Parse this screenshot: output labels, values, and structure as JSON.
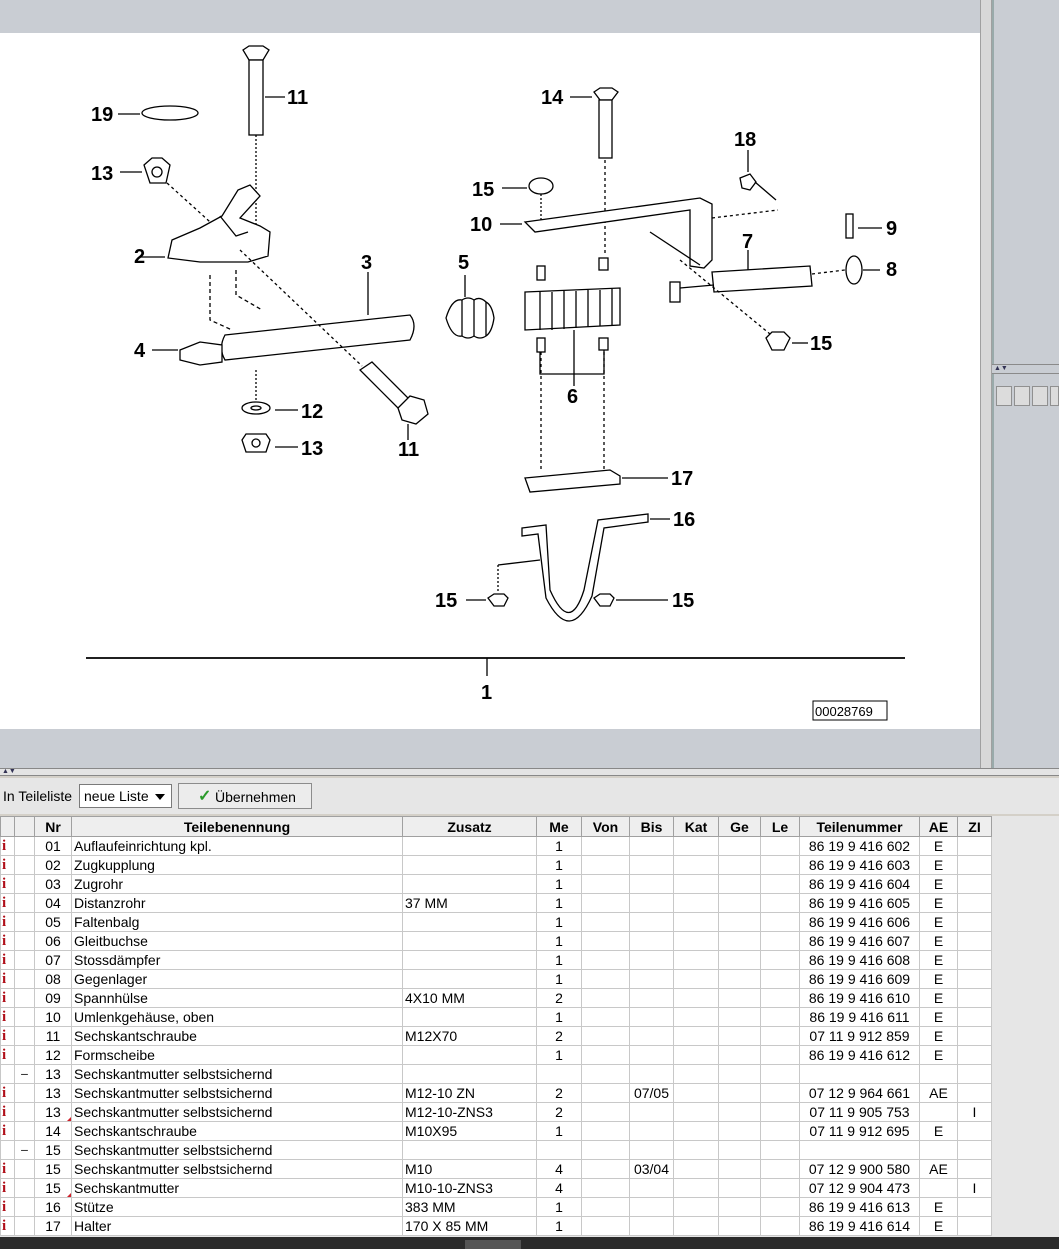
{
  "diagram": {
    "labels": {
      "l19": "19",
      "l11a": "11",
      "l13a": "13",
      "l2": "2",
      "l3": "3",
      "l4": "4",
      "l12": "12",
      "l13b": "13",
      "l11b": "11",
      "l5": "5",
      "l14": "14",
      "l15a": "15",
      "l10": "10",
      "l18": "18",
      "l9": "9",
      "l7": "7",
      "l8": "8",
      "l15b": "15",
      "l6": "6",
      "l17": "17",
      "l16": "16",
      "l15c": "15",
      "l15d": "15",
      "l1": "1"
    },
    "drawing_number": "00028769"
  },
  "toolbar": {
    "label": "In Teileliste",
    "list_select_value": "neue Liste",
    "apply_label": "Übernehmen"
  },
  "table": {
    "headers": [
      "",
      "",
      "Nr",
      "Teilebenennung",
      "Zusatz",
      "Me",
      "Von",
      "Bis",
      "Kat",
      "Ge",
      "Le",
      "Teilenummer",
      "AE",
      "ZI"
    ],
    "rows": [
      {
        "icon": "i",
        "tree": "",
        "nr": "01",
        "name": "Auflaufeinrichtung kpl.",
        "zusatz": "",
        "me": "1",
        "von": "",
        "bis": "",
        "kat": "",
        "ge": "",
        "le": "",
        "teilenummer": "86 19 9 416 602",
        "ae": "E",
        "zi": ""
      },
      {
        "icon": "i",
        "tree": "",
        "nr": "02",
        "name": "Zugkupplung",
        "zusatz": "",
        "me": "1",
        "von": "",
        "bis": "",
        "kat": "",
        "ge": "",
        "le": "",
        "teilenummer": "86 19 9 416 603",
        "ae": "E",
        "zi": ""
      },
      {
        "icon": "i",
        "tree": "",
        "nr": "03",
        "name": "Zugrohr",
        "zusatz": "",
        "me": "1",
        "von": "",
        "bis": "",
        "kat": "",
        "ge": "",
        "le": "",
        "teilenummer": "86 19 9 416 604",
        "ae": "E",
        "zi": ""
      },
      {
        "icon": "i",
        "tree": "",
        "nr": "04",
        "name": "Distanzrohr",
        "zusatz": "37 MM",
        "me": "1",
        "von": "",
        "bis": "",
        "kat": "",
        "ge": "",
        "le": "",
        "teilenummer": "86 19 9 416 605",
        "ae": "E",
        "zi": ""
      },
      {
        "icon": "i",
        "tree": "",
        "nr": "05",
        "name": "Faltenbalg",
        "zusatz": "",
        "me": "1",
        "von": "",
        "bis": "",
        "kat": "",
        "ge": "",
        "le": "",
        "teilenummer": "86 19 9 416 606",
        "ae": "E",
        "zi": ""
      },
      {
        "icon": "i",
        "tree": "",
        "nr": "06",
        "name": "Gleitbuchse",
        "zusatz": "",
        "me": "1",
        "von": "",
        "bis": "",
        "kat": "",
        "ge": "",
        "le": "",
        "teilenummer": "86 19 9 416 607",
        "ae": "E",
        "zi": ""
      },
      {
        "icon": "i",
        "tree": "",
        "nr": "07",
        "name": "Stossdämpfer",
        "zusatz": "",
        "me": "1",
        "von": "",
        "bis": "",
        "kat": "",
        "ge": "",
        "le": "",
        "teilenummer": "86 19 9 416 608",
        "ae": "E",
        "zi": ""
      },
      {
        "icon": "i",
        "tree": "",
        "nr": "08",
        "name": "Gegenlager",
        "zusatz": "",
        "me": "1",
        "von": "",
        "bis": "",
        "kat": "",
        "ge": "",
        "le": "",
        "teilenummer": "86 19 9 416 609",
        "ae": "E",
        "zi": ""
      },
      {
        "icon": "i",
        "tree": "",
        "nr": "09",
        "name": "Spannhülse",
        "zusatz": "4X10 MM",
        "me": "2",
        "von": "",
        "bis": "",
        "kat": "",
        "ge": "",
        "le": "",
        "teilenummer": "86 19 9 416 610",
        "ae": "E",
        "zi": ""
      },
      {
        "icon": "i",
        "tree": "",
        "nr": "10",
        "name": "Umlenkgehäuse, oben",
        "zusatz": "",
        "me": "1",
        "von": "",
        "bis": "",
        "kat": "",
        "ge": "",
        "le": "",
        "teilenummer": "86 19 9 416 611",
        "ae": "E",
        "zi": ""
      },
      {
        "icon": "i",
        "tree": "",
        "nr": "11",
        "name": "Sechskantschraube",
        "zusatz": "M12X70",
        "me": "2",
        "von": "",
        "bis": "",
        "kat": "",
        "ge": "",
        "le": "",
        "teilenummer": "07 11 9 912 859",
        "ae": "E",
        "zi": ""
      },
      {
        "icon": "i",
        "tree": "",
        "nr": "12",
        "name": "Formscheibe",
        "zusatz": "",
        "me": "1",
        "von": "",
        "bis": "",
        "kat": "",
        "ge": "",
        "le": "",
        "teilenummer": "86 19 9 416 612",
        "ae": "E",
        "zi": ""
      },
      {
        "icon": "",
        "tree": "−",
        "nr": "13",
        "name": "Sechskantmutter selbstsichernd",
        "zusatz": "",
        "me": "",
        "von": "",
        "bis": "",
        "kat": "",
        "ge": "",
        "le": "",
        "teilenummer": "",
        "ae": "",
        "zi": ""
      },
      {
        "icon": "i",
        "tree": "",
        "nr": "13",
        "name": "Sechskantmutter selbstsichernd",
        "zusatz": "M12-10 ZN",
        "me": "2",
        "von": "",
        "bis": "07/05",
        "kat": "",
        "ge": "",
        "le": "",
        "teilenummer": "07 12 9 964 661",
        "ae": "AE",
        "zi": ""
      },
      {
        "icon": "i",
        "tree": "",
        "nr": "13",
        "flag": true,
        "name": "Sechskantmutter selbstsichernd",
        "zusatz": "M12-10-ZNS3",
        "me": "2",
        "von": "",
        "bis": "",
        "kat": "",
        "ge": "",
        "le": "",
        "teilenummer": "07 11 9 905 753",
        "ae": "",
        "zi": "I"
      },
      {
        "icon": "i",
        "tree": "",
        "nr": "14",
        "name": "Sechskantschraube",
        "zusatz": "M10X95",
        "me": "1",
        "von": "",
        "bis": "",
        "kat": "",
        "ge": "",
        "le": "",
        "teilenummer": "07 11 9 912 695",
        "ae": "E",
        "zi": ""
      },
      {
        "icon": "",
        "tree": "−",
        "nr": "15",
        "name": "Sechskantmutter selbstsichernd",
        "zusatz": "",
        "me": "",
        "von": "",
        "bis": "",
        "kat": "",
        "ge": "",
        "le": "",
        "teilenummer": "",
        "ae": "",
        "zi": ""
      },
      {
        "icon": "i",
        "tree": "",
        "nr": "15",
        "name": "Sechskantmutter selbstsichernd",
        "zusatz": "M10",
        "me": "4",
        "von": "",
        "bis": "03/04",
        "kat": "",
        "ge": "",
        "le": "",
        "teilenummer": "07 12 9 900 580",
        "ae": "AE",
        "zi": ""
      },
      {
        "icon": "i",
        "tree": "",
        "nr": "15",
        "flag": true,
        "name": "Sechskantmutter",
        "zusatz": "M10-10-ZNS3",
        "me": "4",
        "von": "",
        "bis": "",
        "kat": "",
        "ge": "",
        "le": "",
        "teilenummer": "07 12 9 904 473",
        "ae": "",
        "zi": "I"
      },
      {
        "icon": "i",
        "tree": "",
        "nr": "16",
        "name": "Stütze",
        "zusatz": "383 MM",
        "me": "1",
        "von": "",
        "bis": "",
        "kat": "",
        "ge": "",
        "le": "",
        "teilenummer": "86 19 9 416 613",
        "ae": "E",
        "zi": ""
      },
      {
        "icon": "i",
        "tree": "",
        "nr": "17",
        "name": "Halter",
        "zusatz": "170 X 85 MM",
        "me": "1",
        "von": "",
        "bis": "",
        "kat": "",
        "ge": "",
        "le": "",
        "teilenummer": "86 19 9 416 614",
        "ae": "E",
        "zi": ""
      }
    ]
  }
}
